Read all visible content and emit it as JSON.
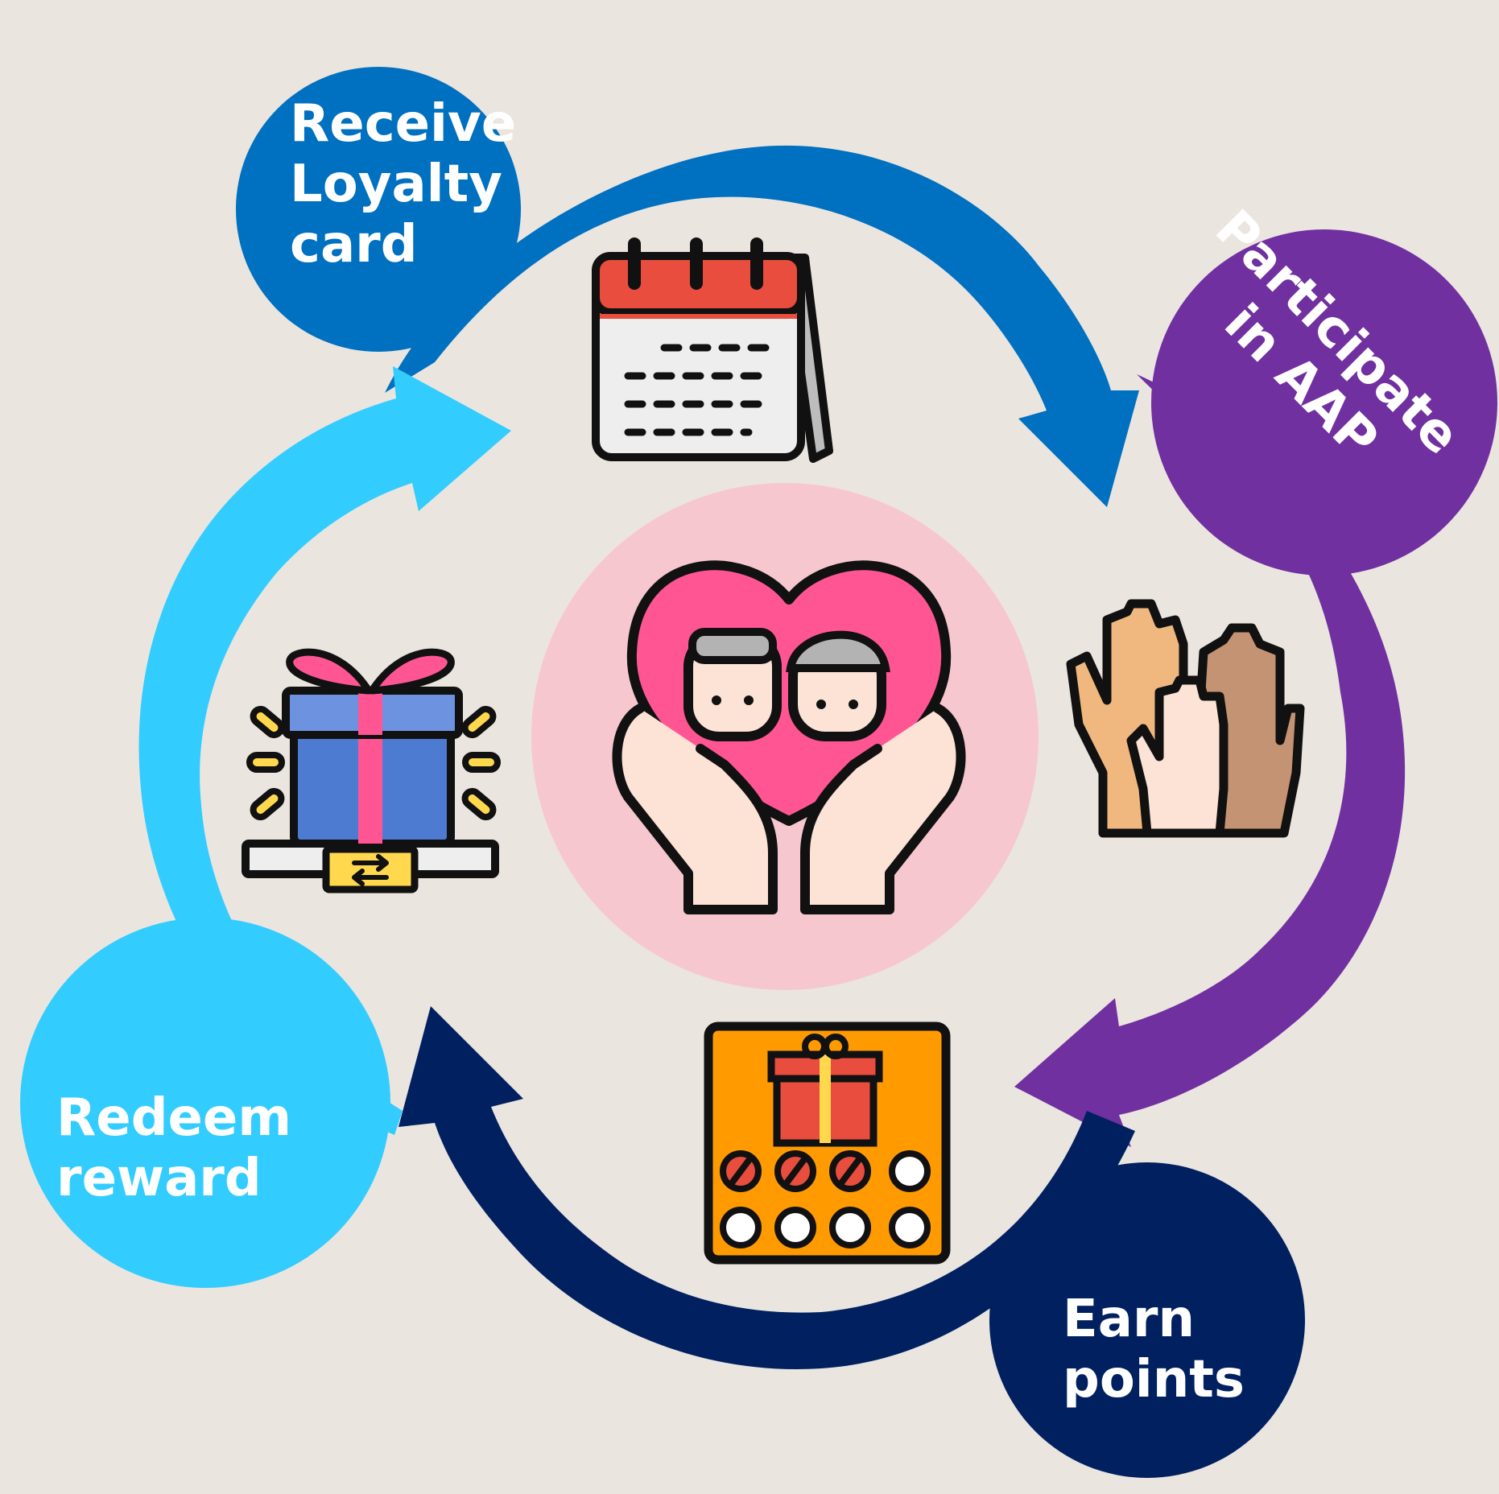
{
  "diagram": {
    "steps": [
      {
        "id": "receive",
        "lines": [
          "Receive",
          "Loyalty",
          "card"
        ],
        "color": "#0070c0",
        "icon": "calendar-icon"
      },
      {
        "id": "participate",
        "lines": [
          "Participate",
          "in AAP"
        ],
        "color": "#7030a0",
        "icon": "raised-hands-icon"
      },
      {
        "id": "earn",
        "lines": [
          "Earn",
          "points"
        ],
        "color": "#002060",
        "icon": "stamp-card-icon"
      },
      {
        "id": "redeem",
        "lines": [
          "Redeem",
          "reward"
        ],
        "color": "#33ccff",
        "icon": "gift-icon"
      }
    ],
    "center_icon": "heart-elderly-couple-hands-icon",
    "center_circle_color": "#f7c7cf",
    "background_color": "#ebe5df"
  }
}
